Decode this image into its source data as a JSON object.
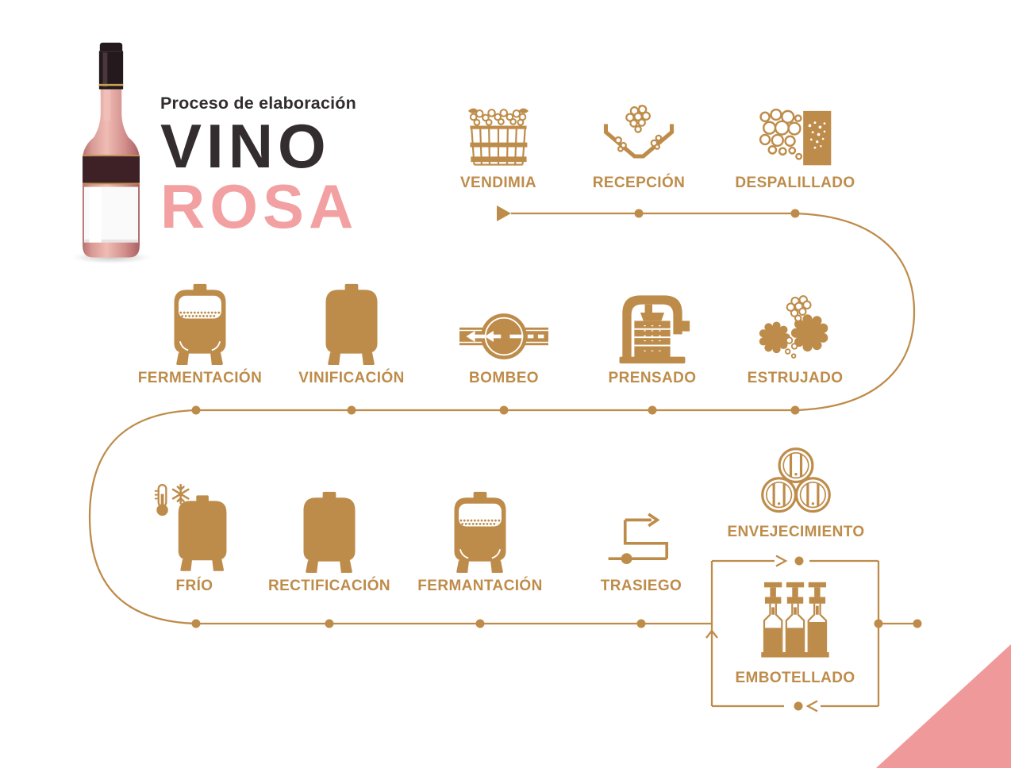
{
  "title": {
    "kicker": "Proceso de elaboración",
    "main": "VINO",
    "sub": "ROSA"
  },
  "palette": {
    "gold": "#BE8C4A",
    "title_pink": "#F2A0A2",
    "corner_pink": "#F0999B",
    "ink": "#332D2F"
  },
  "stages": {
    "row1": [
      {
        "label": "VENDIMIA",
        "icon": "grape-basket-icon"
      },
      {
        "label": "RECEPCIÓN",
        "icon": "grape-hopper-icon"
      },
      {
        "label": "DESPALILLADO",
        "icon": "destemmer-icon"
      }
    ],
    "row2": [
      {
        "label": "FERMENTACIÓN",
        "icon": "fermentation-tank-icon"
      },
      {
        "label": "VINIFICACIÓN",
        "icon": "wine-tank-icon"
      },
      {
        "label": "BOMBEO",
        "icon": "pump-icon"
      },
      {
        "label": "PRENSADO",
        "icon": "wine-press-icon"
      },
      {
        "label": "ESTRUJADO",
        "icon": "crusher-icon"
      }
    ],
    "row3": [
      {
        "label": "FRÍO",
        "icon": "cold-tank-icon"
      },
      {
        "label": "RECTIFICACIÓN",
        "icon": "wine-tank-icon"
      },
      {
        "label": "FERMANTACIÓN",
        "icon": "fermentation-tank-icon"
      },
      {
        "label": "TRASIEGO",
        "icon": "racking-pipe-icon"
      },
      {
        "label": "ENVEJECIMIENTO",
        "icon": "oak-barrels-icon"
      }
    ],
    "final": {
      "label": "EMBOTELLADO",
      "icon": "bottling-icon"
    }
  }
}
